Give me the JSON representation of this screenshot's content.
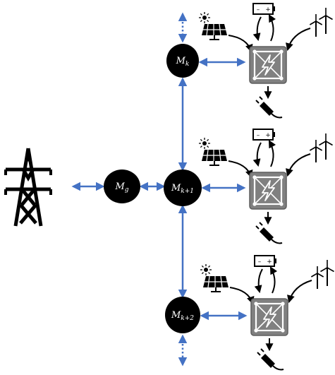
{
  "diagram": {
    "colors": {
      "link": "#4472c4",
      "node": "#000000",
      "node_text": "#ffffff",
      "hub_fill": "#808080",
      "hub_stroke": "#5e5e5e",
      "icon": "#000000"
    },
    "grid_icon": "transmission-tower-icon",
    "grid_node": {
      "base": "M",
      "sub": "g"
    },
    "market_nodes": [
      {
        "base": "M",
        "sub": "k"
      },
      {
        "base": "M",
        "sub": "k+1"
      },
      {
        "base": "M",
        "sub": "k+2"
      }
    ],
    "microgrid_icons": [
      "solar-panel-icon",
      "battery-icon",
      "wind-turbine-icon",
      "energy-hub-icon",
      "ev-plug-icon"
    ],
    "battery_symbols": {
      "minus": "–",
      "plus": "+"
    }
  }
}
